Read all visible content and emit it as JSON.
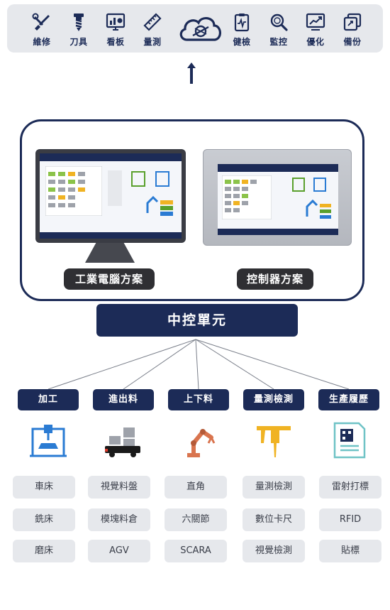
{
  "toolbar": {
    "left_tools": [
      {
        "label": "維修",
        "icon": "wrench-screwdriver-icon"
      },
      {
        "label": "刀具",
        "icon": "drill-bit-icon"
      },
      {
        "label": "看板",
        "icon": "dashboard-board-icon"
      },
      {
        "label": "量測",
        "icon": "ruler-icon"
      }
    ],
    "center_icon": "cloud-gear-icon",
    "right_tools": [
      {
        "label": "健檢",
        "icon": "clipboard-pulse-icon"
      },
      {
        "label": "監控",
        "icon": "magnifier-icon"
      },
      {
        "label": "優化",
        "icon": "trend-chart-icon"
      },
      {
        "label": "備份",
        "icon": "backup-copy-icon"
      }
    ]
  },
  "solutions": {
    "pc_label": "工業電腦方案",
    "controller_label": "控制器方案"
  },
  "central_unit": "中控單元",
  "categories": [
    {
      "label": "加工",
      "icon": "cnc-machine-icon",
      "items": [
        "車床",
        "銑床",
        "磨床"
      ]
    },
    {
      "label": "進出料",
      "icon": "agv-cart-icon",
      "items": [
        "視覺料盤",
        "模塊料倉",
        "AGV"
      ]
    },
    {
      "label": "上下料",
      "icon": "robot-arm-icon",
      "items": [
        "直角",
        "六關節",
        "SCARA"
      ]
    },
    {
      "label": "量測檢測",
      "icon": "caliper-icon",
      "items": [
        "量測檢測",
        "數位卡尺",
        "視覺檢測"
      ]
    },
    {
      "label": "生產履歷",
      "icon": "qr-document-icon",
      "items": [
        "雷射打標",
        "RFID",
        "貼標"
      ]
    }
  ],
  "colors": {
    "navy": "#1c2b57",
    "light_gray": "#e6e8ec",
    "dark_label": "#2f2f33",
    "accent_blue": "#2a7bd3",
    "accent_orange": "#d9744e",
    "accent_gold": "#f0b323"
  }
}
